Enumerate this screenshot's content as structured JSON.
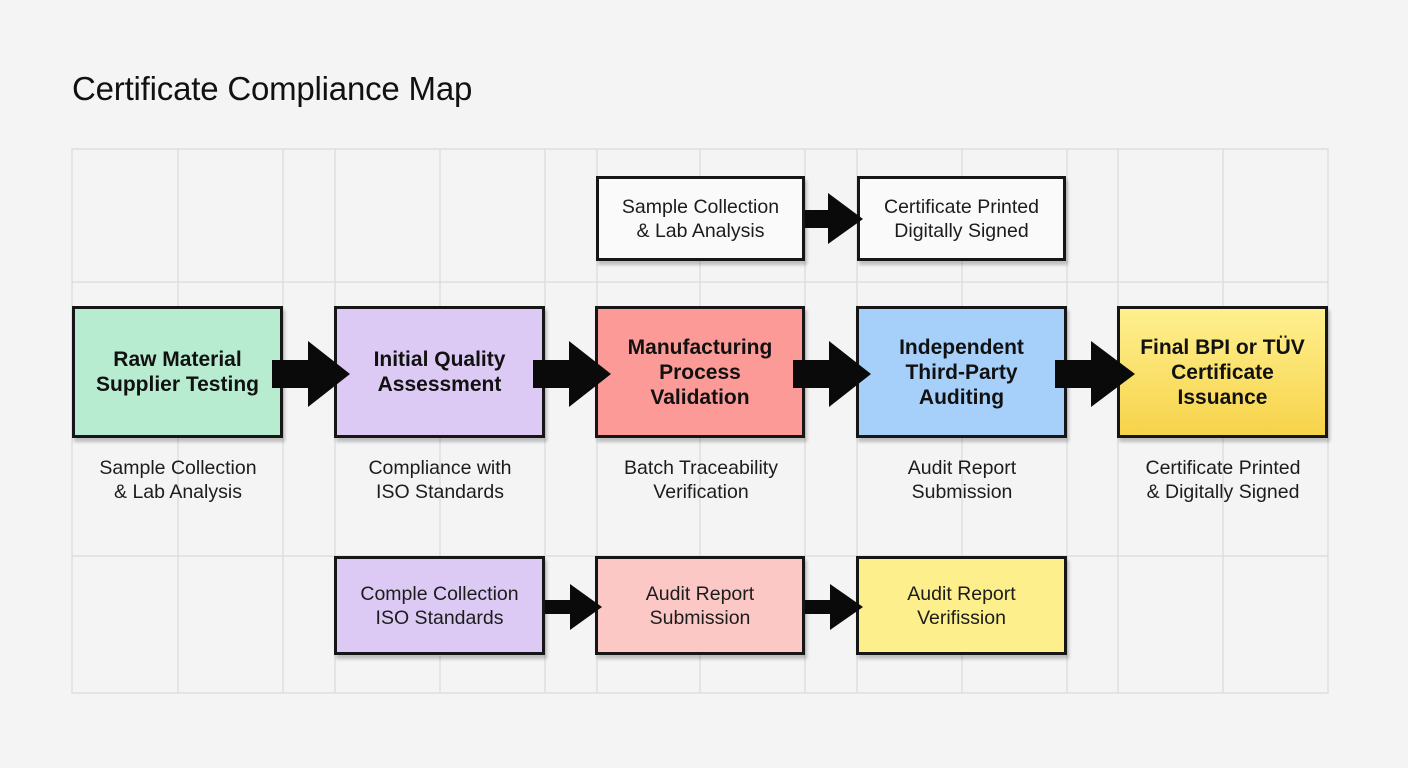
{
  "title": "Certificate Compliance Map",
  "colors": {
    "green": "#b7ecd0",
    "purple": "#dccaf4",
    "red": "#fb9a96",
    "blue": "#a6cffa",
    "yellow_gradient": [
      "#fef08f",
      "#f7d34a"
    ],
    "white": "#fafafa",
    "light_red": "#fcc8c6",
    "light_yellow": "#fdef8c",
    "border": "#161616",
    "grid_line": "#dadada"
  },
  "top_row": [
    {
      "label": "Sample Collection\n& Lab Analysis"
    },
    {
      "label": "Certificate Printed\nDigitally Signed"
    }
  ],
  "main_row": [
    {
      "label": "Raw Material\nSupplier Testing",
      "caption": "Sample Collection\n& Lab Analysis"
    },
    {
      "label": "Initial Quality\nAssessment",
      "caption": "Compliance with\nISO Standards"
    },
    {
      "label": "Manufacturing\nProcess\nValidation",
      "caption": "Batch Traceability\nVerification"
    },
    {
      "label": "Independent\nThird-Party\nAuditing",
      "caption": "Audit Report\nSubmission"
    },
    {
      "label": "Final BPI or TÜV\nCertificate\nIssuance",
      "caption": "Certificate Printed\n& Digitally Signed"
    }
  ],
  "bottom_row": [
    {
      "label": "Comple Collection\nISO Standards"
    },
    {
      "label": "Audit Report\nSubmission"
    },
    {
      "label": "Audit Report\nVerifission"
    }
  ]
}
